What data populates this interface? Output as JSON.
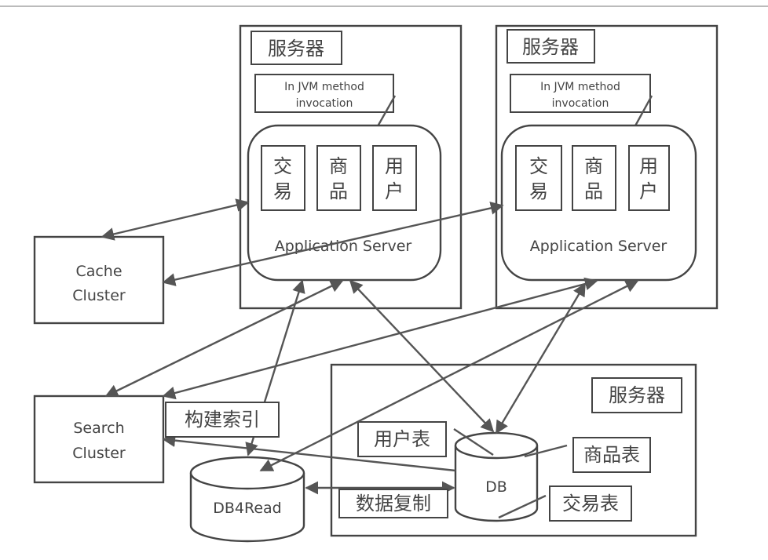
{
  "servers": [
    {
      "title": "服务器",
      "jvm_note": [
        "In JVM method",
        "invocation"
      ],
      "modules": [
        [
          "交",
          "易"
        ],
        [
          "商",
          "品"
        ],
        [
          "用",
          "户"
        ]
      ],
      "app_server": "Application Server"
    },
    {
      "title": "服务器",
      "jvm_note": [
        "In JVM method",
        "invocation"
      ],
      "modules": [
        [
          "交",
          "易"
        ],
        [
          "商",
          "品"
        ],
        [
          "用",
          "户"
        ]
      ],
      "app_server": "Application Server"
    }
  ],
  "db_server": {
    "title": "服务器",
    "db": "DB",
    "tables": {
      "user": "用户表",
      "product": "商品表",
      "trade": "交易表"
    }
  },
  "cache_cluster": [
    "Cache",
    "Cluster"
  ],
  "search_cluster": [
    "Search",
    "Cluster"
  ],
  "build_index": "构建索引",
  "db4read": "DB4Read",
  "data_replication": "数据复制"
}
